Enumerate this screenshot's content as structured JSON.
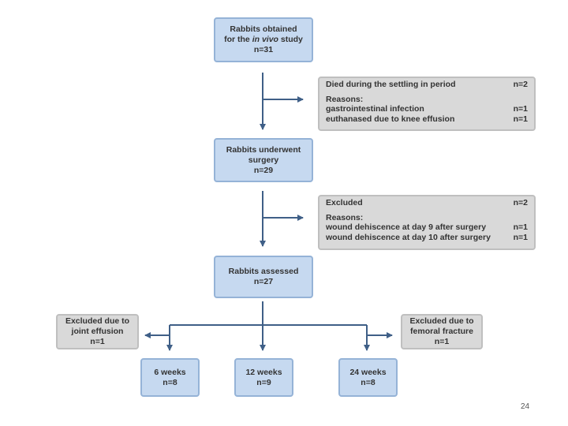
{
  "nodes": {
    "obtained": {
      "line1": "Rabbits obtained",
      "line2_pre": "for the ",
      "line2_em": "in vivo",
      "line2_post": " study",
      "n": "n=31"
    },
    "surgery": {
      "line1": "Rabbits underwent",
      "line2": "surgery",
      "n": "n=29"
    },
    "assessed": {
      "line1": "Rabbits assessed",
      "n": "n=27"
    },
    "excluded_joint": {
      "line1": "Excluded due to",
      "line2": "joint effusion",
      "n": "n=1"
    },
    "excluded_femoral": {
      "line1": "Excluded due to",
      "line2": "femoral fracture",
      "n": "n=1"
    },
    "week6": {
      "label": "6 weeks",
      "n": "n=8"
    },
    "week12": {
      "label": "12 weeks",
      "n": "n=9"
    },
    "week24": {
      "label": "24 weeks",
      "n": "n=8"
    }
  },
  "notes": {
    "died": {
      "title": "Died during the settling in period",
      "title_n": "n=2",
      "reasons_label": "Reasons:",
      "reasons": [
        {
          "text": "gastrointestinal infection",
          "n": "n=1"
        },
        {
          "text": "euthanased due to knee effusion",
          "n": "n=1"
        }
      ]
    },
    "excluded": {
      "title": "Excluded",
      "title_n": "n=2",
      "reasons_label": "Reasons:",
      "reasons": [
        {
          "text": "wound dehiscence  at day 9 after surgery",
          "n": "n=1"
        },
        {
          "text": "wound dehiscence  at day 10 after surgery",
          "n": "n=1"
        }
      ]
    }
  },
  "page_number": "24",
  "colors": {
    "box_fill": "#c6d9f0",
    "box_border": "#95b3d7",
    "note_fill": "#d9d9d9",
    "arrow": "#3f5f87"
  }
}
